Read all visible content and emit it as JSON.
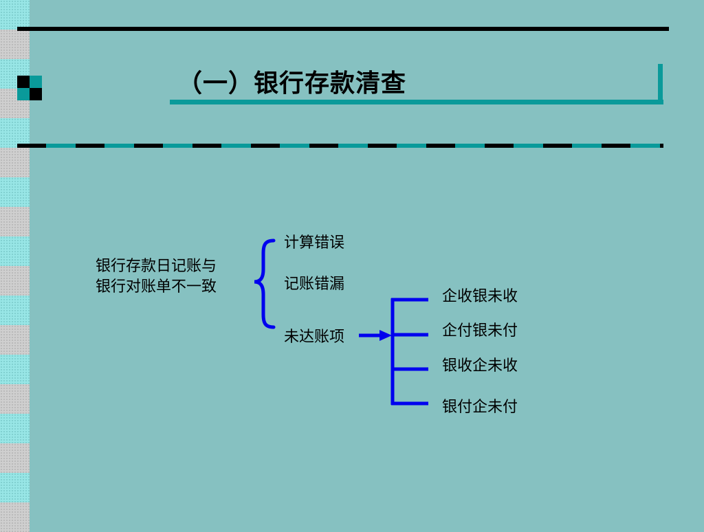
{
  "slide": {
    "title": "（一）银行存款清查"
  },
  "diagram": {
    "root": {
      "line1": "银行存款日记账与",
      "line2": "银行对账单不一致"
    },
    "causes": [
      "计算错误",
      "记账错漏",
      "未达账项"
    ],
    "unrecorded_items": [
      "企收银未收",
      "企付银未付",
      "银收企未收",
      "银付企未付"
    ]
  },
  "colors": {
    "background": "#86c1c1",
    "teal_accent": "#0a9a9a",
    "connector_blue": "#0000ee",
    "line_black": "#000000"
  }
}
